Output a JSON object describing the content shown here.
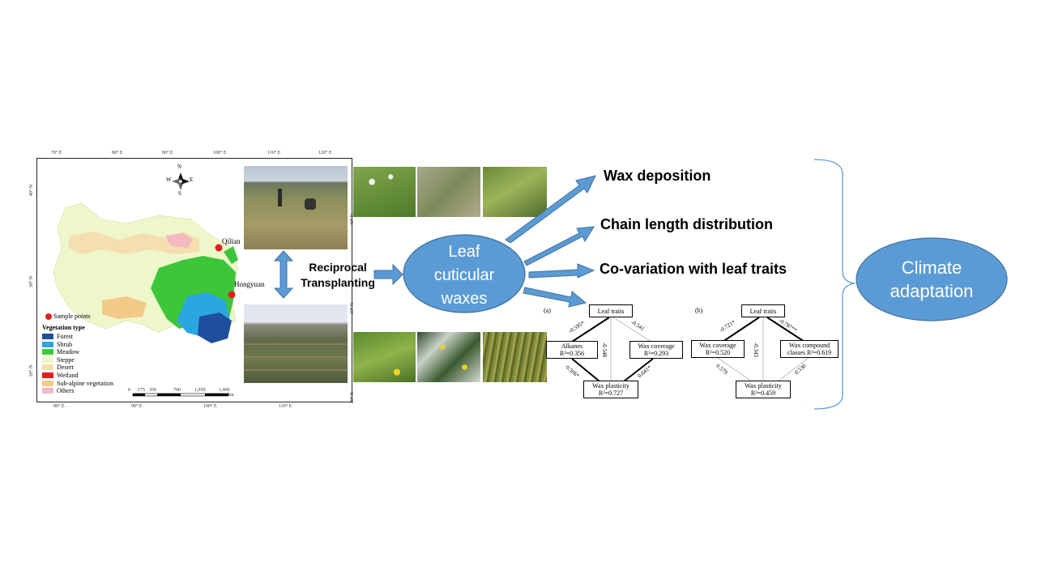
{
  "map": {
    "top_ticks": [
      "70° E",
      "80° E",
      "90° E",
      "100° E",
      "110° E",
      "120° E"
    ],
    "bottom_ticks": [
      "80° E",
      "90° E",
      "100° E",
      "110° E"
    ],
    "left_ticks": [
      "40° N",
      "30° N",
      "20° N"
    ],
    "right_ticks": [
      "40° N",
      "30° N",
      "20° N"
    ],
    "compass": {
      "n": "N",
      "s": "S",
      "e": "E",
      "w": "W"
    },
    "sites": [
      "Qilian",
      "Hongyuan"
    ],
    "legend_sample": "Sample points",
    "legend_title": "Vegetation type",
    "legend": [
      {
        "label": "Forest",
        "color": "#1f4e9c"
      },
      {
        "label": "Shrub",
        "color": "#2aa6e0"
      },
      {
        "label": "Meadow",
        "color": "#3ec63a"
      },
      {
        "label": "Steppe",
        "color": "#eef7c9"
      },
      {
        "label": "Desert",
        "color": "#f5deb0"
      },
      {
        "label": "Wetland",
        "color": "#e02020"
      },
      {
        "label": "Sub-alpine vegetation",
        "color": "#f3c98a"
      },
      {
        "label": "Others",
        "color": "#f4b8c0"
      }
    ],
    "scale": [
      "0",
      "175",
      "350",
      "700",
      "1,050",
      "1,400"
    ],
    "scale_unit": "km"
  },
  "transplant_label": [
    "Reciprocal",
    "Transplanting"
  ],
  "center_ellipse": [
    "Leaf",
    "cuticular",
    "waxes"
  ],
  "outcomes": [
    "Wax deposition",
    "Chain length distribution",
    "Co-variation with leaf traits"
  ],
  "climate": [
    "Climate",
    "adaptation"
  ],
  "sem_a": {
    "tag": "(a)",
    "top": "Leaf traits",
    "left_name": "Alkanes",
    "left_r2": "R²=0.356",
    "right_name": "Wax coverage",
    "right_r2": "R²=0.293",
    "bottom_name": "Wax plasticity",
    "bottom_r2": "R²=0.727",
    "coef_tl": "-0.595*",
    "coef_tr": "-0.541",
    "coef_mid": "-0.548",
    "coef_bl": "0.506*",
    "coef_br": "0.641*"
  },
  "sem_b": {
    "tag": "(b)",
    "top": "Leaf traits",
    "left_name": "Wax coverage",
    "left_r2": "R²=0.520",
    "right_name": "Wax compound",
    "right_name2": "classes",
    "right_r2": "R²=0.619",
    "bottom_name": "Wax plasticity",
    "bottom_r2": "R²=0.459",
    "coef_tl": "-0.721*",
    "coef_tr": "-0.787**",
    "coef_mid": "-0.343",
    "coef_bl": "0.579",
    "coef_br": "0.530"
  },
  "colors": {
    "accent_blue": "#5b9bd5",
    "arrow_border": "#41719c",
    "bracket": "#5b9bd5"
  }
}
